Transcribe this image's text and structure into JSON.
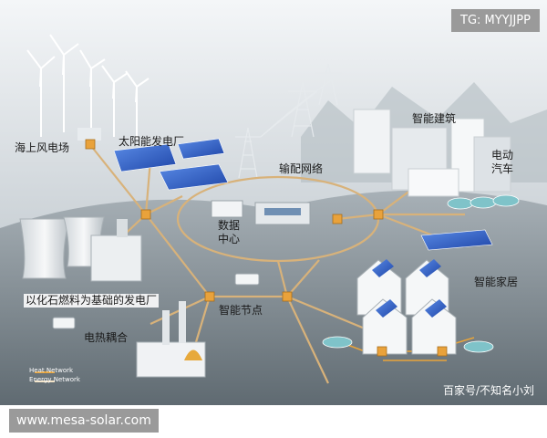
{
  "watermark_top": "TG: MYYJJPP",
  "watermark_bottom": "www.mesa-solar.com",
  "credit": "百家号/不知名小刘",
  "labels": {
    "offshore_wind": "海上风电场",
    "solar_plant": "太阳能发电厂",
    "transmission": "输配网络",
    "smart_building": "智能建筑",
    "ev": "电动汽车",
    "data_center": "数据中心",
    "fossil_plant": "以化石燃料为基础的发电厂",
    "smart_node": "智能节点",
    "smart_home": "智能家居",
    "chp": "电热耦合"
  },
  "legend": {
    "heat": "Heat Network",
    "energy": "Energy Network"
  },
  "colors": {
    "energy_line": "#d8b27a",
    "heat_line": "#e8a43a",
    "node": "#e9a23b",
    "panel": "#2f5fc4",
    "ground": "#7e8a92"
  }
}
